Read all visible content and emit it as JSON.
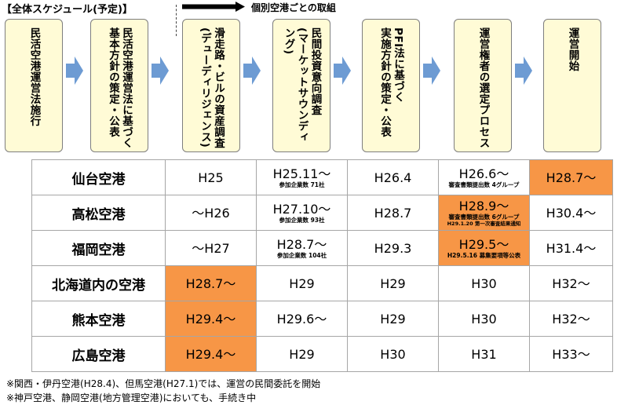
{
  "header": {
    "title": "【全体スケジュール(予定)】",
    "arrow_label": "個別空港ごとの取組"
  },
  "stages": [
    {
      "label": "民活空港運営法施行"
    },
    {
      "label": "民活空港運営法に基づく\n基本方針の策定・公表"
    },
    {
      "label": "滑走路・ビルの資産調査\n(デューディリジェンス)"
    },
    {
      "label": "民間投資意向調査\n(マーケットサウンディ\nング)"
    },
    {
      "label": "PFI法に基づく\n実施方針の策定・公表"
    },
    {
      "label": "運営権者の選定プロセス"
    },
    {
      "label": "運営開始"
    }
  ],
  "table": {
    "rows": [
      {
        "name": "仙台空港",
        "cells": [
          {
            "value": "H25"
          },
          {
            "value": "H25.11～",
            "sub": "参加企業数 71社"
          },
          {
            "value": "H26.4"
          },
          {
            "value": "H26.6～",
            "sub": "審査書類提出数 4グループ"
          },
          {
            "value": "H28.7～",
            "highlight": true
          }
        ]
      },
      {
        "name": "高松空港",
        "cells": [
          {
            "value": "～H26"
          },
          {
            "value": "H27.10～",
            "sub": "参加企業数 93社"
          },
          {
            "value": "H28.7"
          },
          {
            "value": "H28.9～",
            "sub": "審査書類提出数 6グループ",
            "sub2": "H29.1.20 第一次審査結果通知",
            "highlight": true
          },
          {
            "value": "H30.4～"
          }
        ]
      },
      {
        "name": "福岡空港",
        "cells": [
          {
            "value": "～H27"
          },
          {
            "value": "H28.7～",
            "sub": "参加企業数 104社"
          },
          {
            "value": "H29.3"
          },
          {
            "value": "H29.5～",
            "sub": "H29.5.16 募集要項等公表",
            "highlight": true
          },
          {
            "value": "H31.4～"
          }
        ]
      },
      {
        "name": "北海道内の空港",
        "cells": [
          {
            "value": "H28.7～",
            "highlight": true
          },
          {
            "value": "H29"
          },
          {
            "value": "H29"
          },
          {
            "value": "H30"
          },
          {
            "value": "H32～"
          }
        ]
      },
      {
        "name": "熊本空港",
        "cells": [
          {
            "value": "H29.4～",
            "highlight": true
          },
          {
            "value": "H29.6～"
          },
          {
            "value": "H29"
          },
          {
            "value": "H30"
          },
          {
            "value": "H32～"
          }
        ]
      },
      {
        "name": "広島空港",
        "cells": [
          {
            "value": "H29.4～",
            "highlight": true
          },
          {
            "value": "H29"
          },
          {
            "value": "H30"
          },
          {
            "value": "H31"
          },
          {
            "value": "H33～"
          }
        ]
      }
    ]
  },
  "notes": [
    "※関西・伊丹空港(H28.4)、但馬空港(H27.1)では、運営の民間委託を開始",
    "※神戸空港、静岡空港(地方管理空港)においても、手続き中"
  ]
}
